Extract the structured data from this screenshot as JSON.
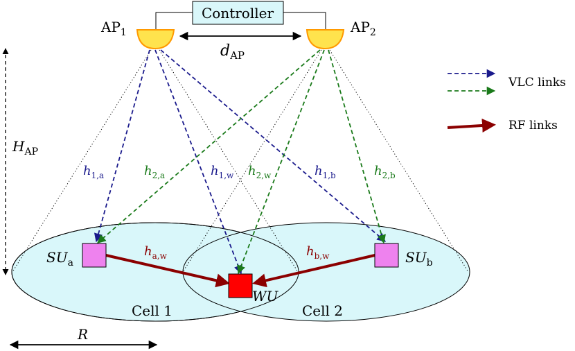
{
  "controller": {
    "label": "Controller"
  },
  "aps": [
    {
      "base": "AP",
      "sub": "1"
    },
    {
      "base": "AP",
      "sub": "2"
    }
  ],
  "distance_label": {
    "base": "d",
    "sub": "AP"
  },
  "height_label": {
    "base": "H",
    "sub": "AP"
  },
  "radius_label": {
    "text": "R"
  },
  "cells": [
    {
      "label": "Cell 1"
    },
    {
      "label": "Cell 2"
    }
  ],
  "users": {
    "su_a": {
      "base": "SU",
      "sub": "a"
    },
    "su_b": {
      "base": "SU",
      "sub": "b"
    },
    "wu": {
      "text": "WU"
    }
  },
  "channels": {
    "h1a": {
      "base": "h",
      "sub": "1,a"
    },
    "h2a": {
      "base": "h",
      "sub": "2,a"
    },
    "h1w": {
      "base": "h",
      "sub": "1,w"
    },
    "h2w": {
      "base": "h",
      "sub": "2,w"
    },
    "h1b": {
      "base": "h",
      "sub": "1,b"
    },
    "h2b": {
      "base": "h",
      "sub": "2,b"
    },
    "haw": {
      "base": "h",
      "sub": "a,w"
    },
    "hbw": {
      "base": "h",
      "sub": "b,w"
    }
  },
  "legend": {
    "vlc1": "VLC links",
    "rf": "RF links"
  },
  "colors": {
    "ap1_links": "#1a1a8c",
    "ap2_links": "#1a7a1a",
    "rf": "#8b0000",
    "cell_fill": "#d9f7fa",
    "controller_fill": "#d9f7fa",
    "ap_fill": "#ffe34d",
    "ap_stroke": "#ff9900",
    "su_fill": "#ee82ee",
    "wu_fill": "#ff0000"
  }
}
